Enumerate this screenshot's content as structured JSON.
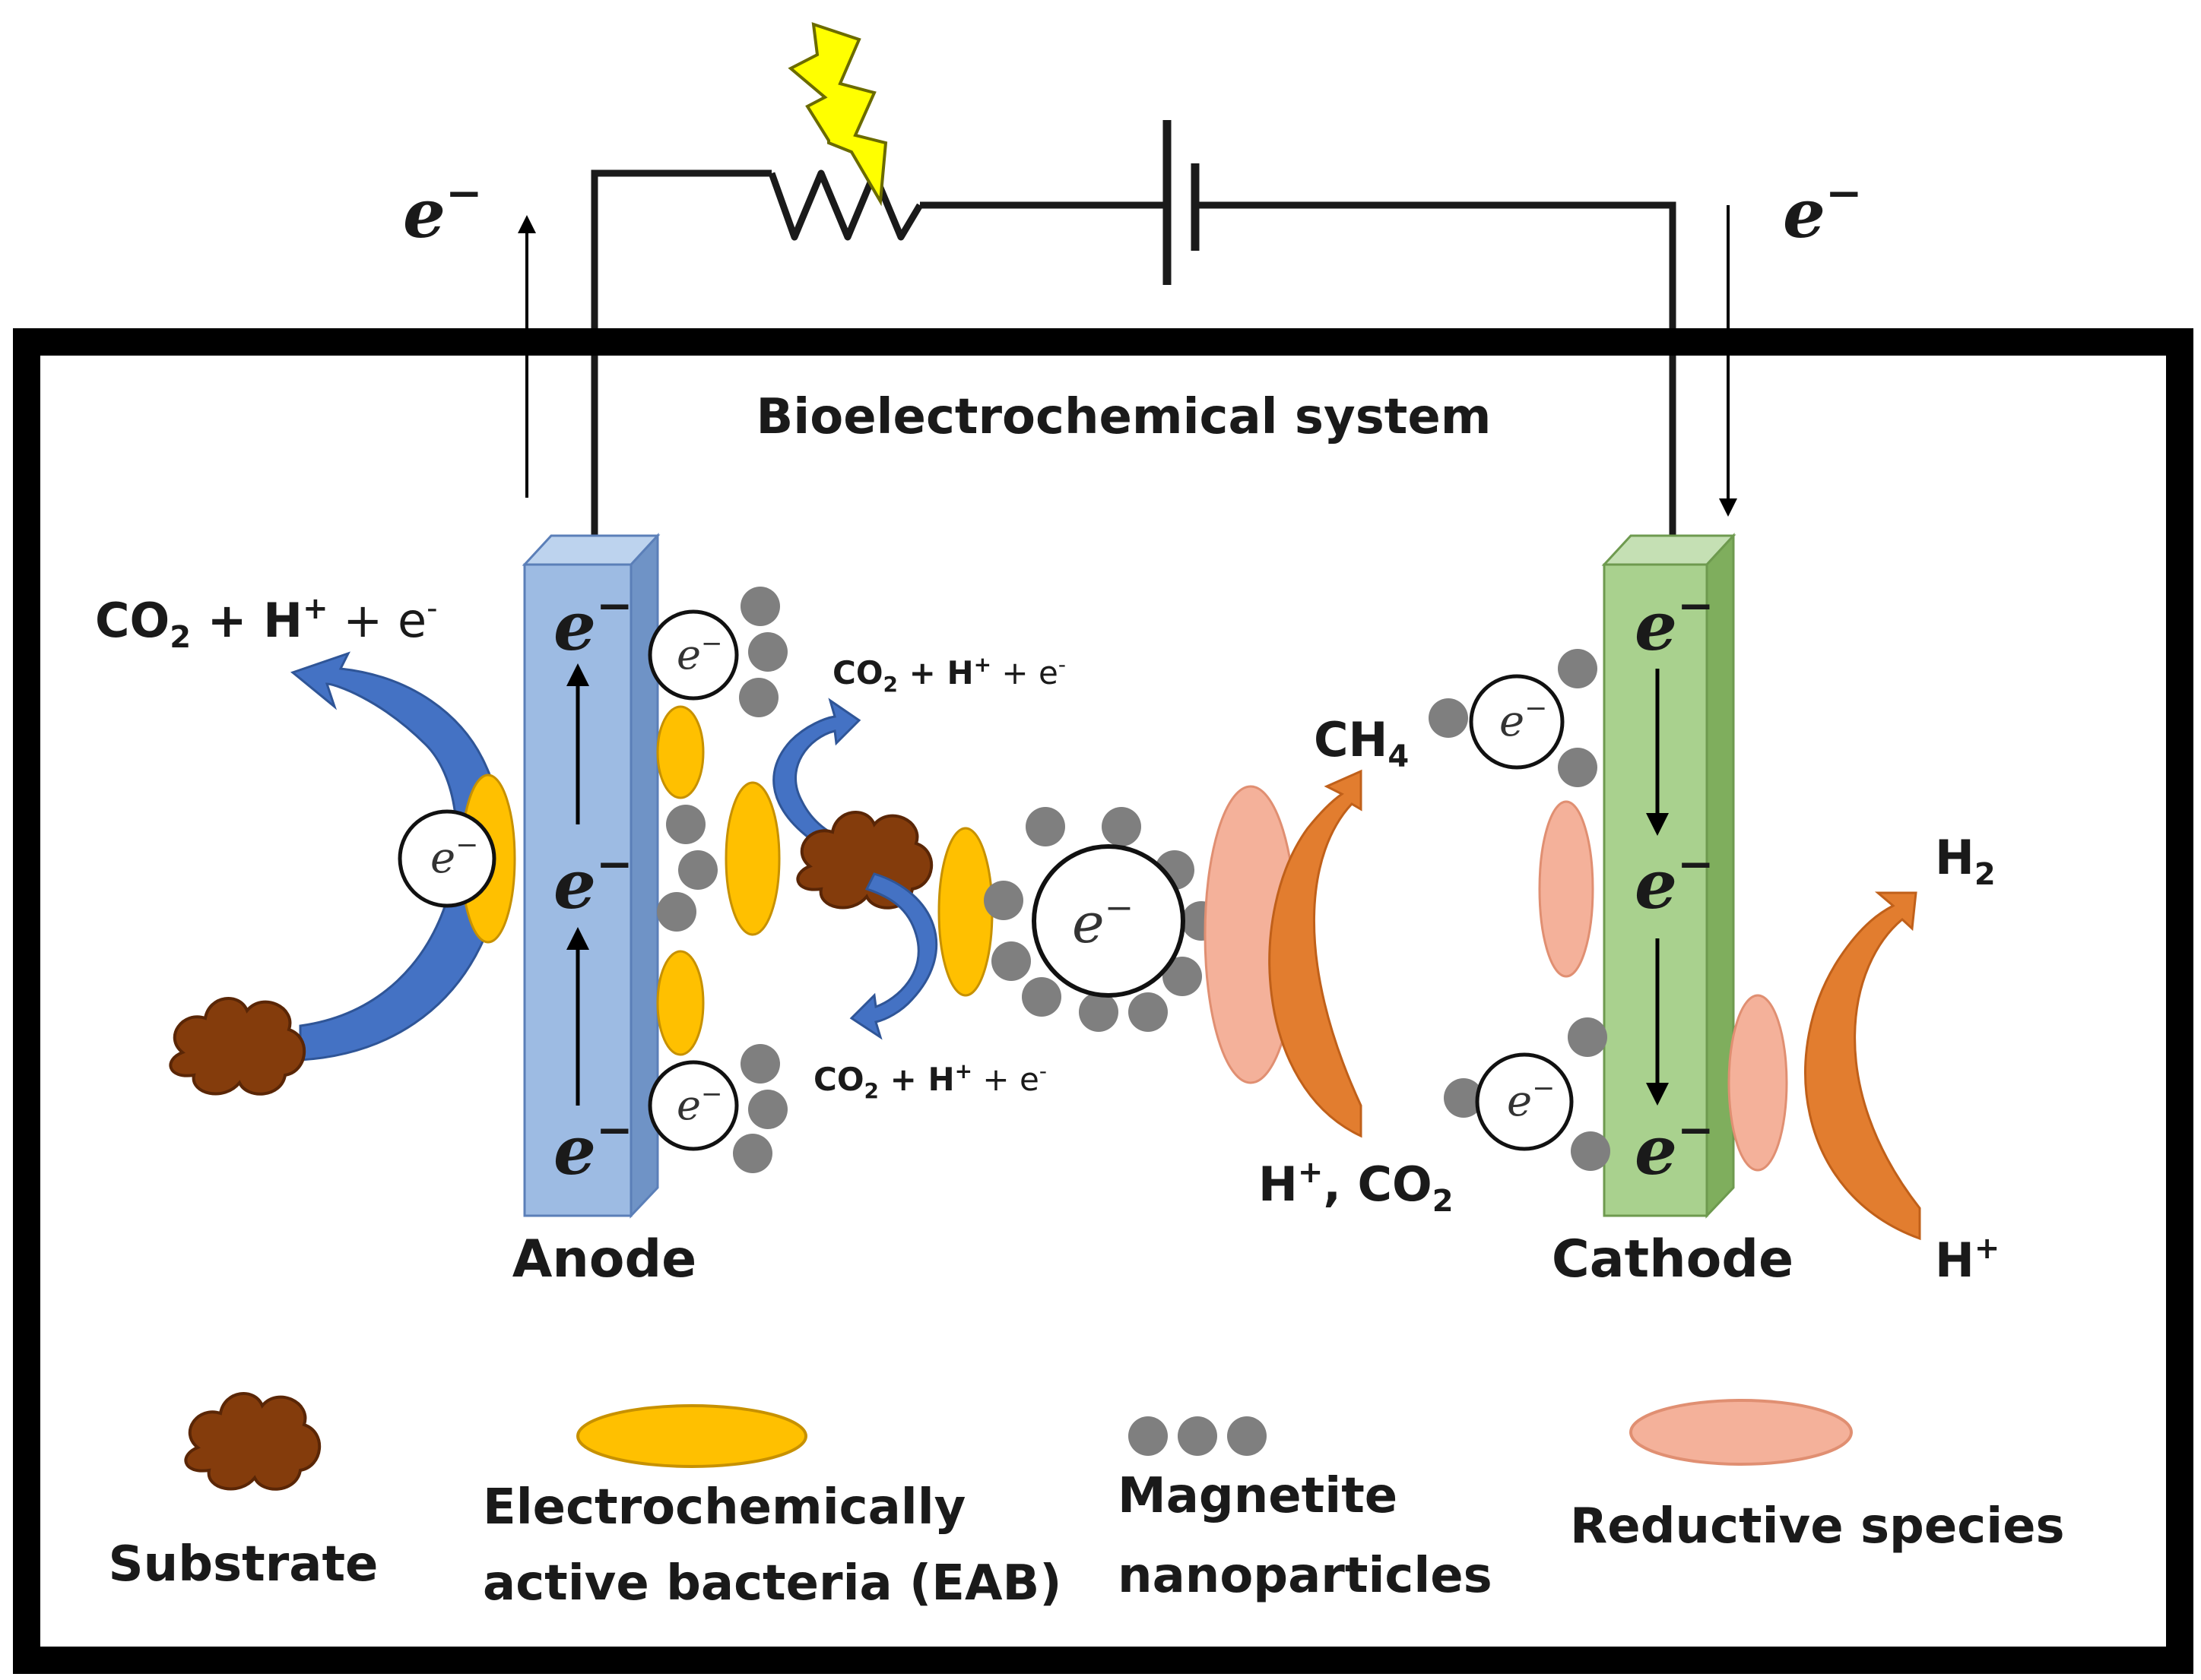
{
  "title": "Bioelectrochemical system",
  "electron": "e",
  "electron_sign": "−",
  "circuit": {
    "left_flow": "e",
    "right_flow": "e",
    "sign": "−"
  },
  "anode": {
    "label": "Anode"
  },
  "cathode": {
    "label": "Cathode"
  },
  "reactions": {
    "co2": "CO",
    "two": "2",
    "plus_h": " + H",
    "sup_plus": "+",
    "plus_e": " + e",
    "sup_minus": "-",
    "ch4": "CH",
    "four": "4",
    "h_co2": "H",
    "comma_co2": ", CO",
    "h2": "H",
    "h_plus": "H"
  },
  "legend": {
    "substrate": "Substrate",
    "eab_line1": "Electrochemically",
    "eab_line2": "active bacteria (EAB)",
    "magnetite_line1": "Magnetite",
    "magnetite_line2": "nanoparticles",
    "reductive": "Reductive species"
  },
  "colors": {
    "anode": "#9dbbe3",
    "cathode": "#a9d18e",
    "eab": "#ffc000",
    "magnetite": "#7f7f7f",
    "reductive": "#f4b19a",
    "substrate": "#843c0c",
    "blue_arrow": "#4472c4",
    "orange_arrow": "#e27d2f",
    "bolt": "#ffff00"
  }
}
